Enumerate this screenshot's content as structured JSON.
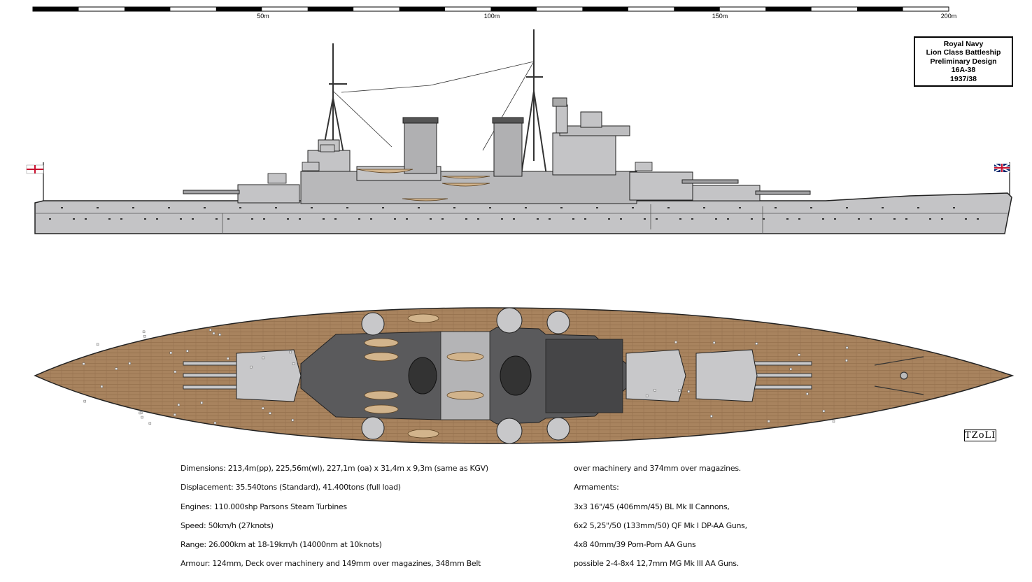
{
  "scale_bar": {
    "labels": [
      "50m",
      "100m",
      "150m",
      "200m"
    ]
  },
  "title_box": {
    "line1": "Royal Navy",
    "line2": "Lion Class Battleship",
    "line3": "Preliminary Design",
    "line4": "16A-38",
    "line5": "1937/38"
  },
  "signature": "TZoLI",
  "specs_left": [
    "Dimensions: 213,4m(pp), 225,56m(wl), 227,1m (oa) x 31,4m x 9,3m (same as KGV)",
    "Displacement: 35.540tons (Standard), 41.400tons (full load)",
    "Engines: 110.000shp Parsons Steam Turbines",
    "Speed: 50km/h (27knots)",
    "Range: 26.000km at 18-19km/h (14000nm at 10knots)",
    "Armour: 124mm, Deck over machinery and 149mm over magazines, 348mm Belt"
  ],
  "specs_right": [
    " over machinery and 374mm over magazines.",
    "Armaments:",
    "3x3 16\"/45 (406mm/45) BL Mk II Cannons,",
    "6x2 5,25\"/50 (133mm/50) QF Mk I DP-AA Guns,",
    "4x8 40mm/39 Pom-Pom AA Guns",
    "possible 2-4-8x4 12,7mm MG Mk III AA Guns."
  ],
  "colors": {
    "hull_grey": "#c4c4c6",
    "deck_wood": "#a8835e",
    "dark_deck": "#5a5a5c"
  }
}
